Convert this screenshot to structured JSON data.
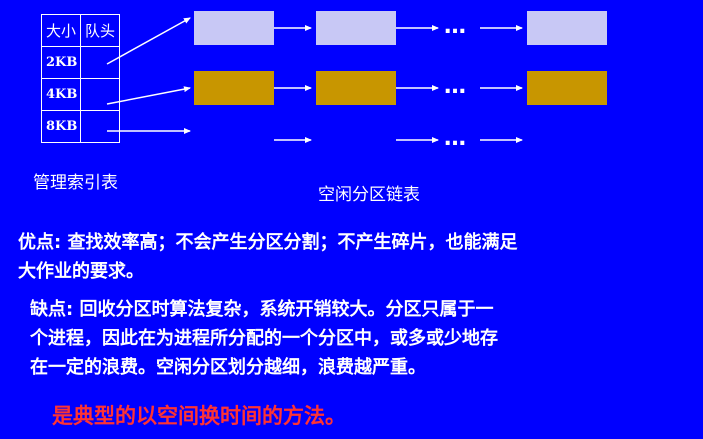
{
  "index_table": {
    "headers": [
      "大小",
      "队头"
    ],
    "rows": [
      {
        "size": "2KB"
      },
      {
        "size": "4KB"
      },
      {
        "size": "8KB"
      }
    ],
    "caption": "管理索引表"
  },
  "lists": {
    "caption": "空闲分区链表",
    "ellipsis": "…",
    "colors": {
      "row_2kb": "#c8c8f5",
      "row_4kb": "#c89600",
      "background": "#0000ff",
      "line": "#ffffff"
    }
  },
  "advantages": {
    "lines": [
      "优点: 查找效率高；不会产生分区分割；不产生碎片，也能满足",
      "大作业的要求。"
    ]
  },
  "disadvantages": {
    "lines": [
      "缺点: 回收分区时算法复杂，系统开销较大。分区只属于一",
      "个进程，因此在为进程所分配的一个分区中，或多或少地存",
      "在一定的浪费。空闲分区划分越细，浪费越严重。"
    ]
  },
  "conclusion": "是典型的以空间换时间的方法。"
}
